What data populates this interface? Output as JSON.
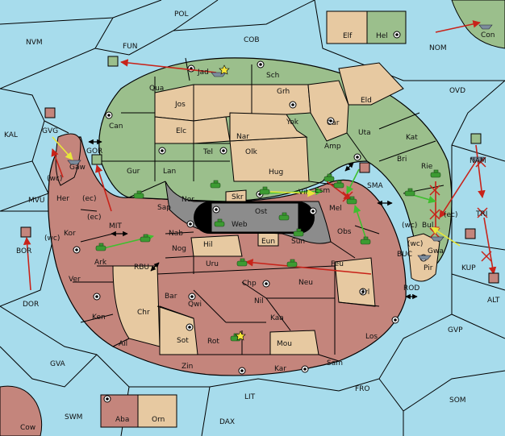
{
  "colors": {
    "sea": "#a7dcec",
    "green_power": "#9bbf8c",
    "red_power": "#c4857c",
    "tan_neutral": "#e7c9a1",
    "impassable": "#8c8c8c",
    "order_red": "#c8231a",
    "order_green": "#3fbf2f",
    "order_yellow": "#e8e83a"
  },
  "seas": [
    {
      "id": "POL",
      "label": "POL"
    },
    {
      "id": "NVM",
      "label": "NVM"
    },
    {
      "id": "FUN",
      "label": "FUN"
    },
    {
      "id": "COB",
      "label": "COB"
    },
    {
      "id": "NOM",
      "label": "NOM"
    },
    {
      "id": "OVD",
      "label": "OVD"
    },
    {
      "id": "KAL",
      "label": "KAL"
    },
    {
      "id": "GVG",
      "label": "GVG"
    },
    {
      "id": "GOR",
      "label": "GOR"
    },
    {
      "id": "MVU",
      "label": "MVU"
    },
    {
      "id": "BOR",
      "label": "BOR"
    },
    {
      "id": "DOR",
      "label": "DOR"
    },
    {
      "id": "MIT",
      "label": "MIT"
    },
    {
      "id": "RBU",
      "label": "RBU"
    },
    {
      "id": "SMA",
      "label": "SMA"
    },
    {
      "id": "NAM",
      "label": "NAM"
    },
    {
      "id": "TRI",
      "label": "TRI"
    },
    {
      "id": "BUC",
      "label": "BUC"
    },
    {
      "id": "KUP",
      "label": "KUP"
    },
    {
      "id": "ALT",
      "label": "ALT"
    },
    {
      "id": "ROD",
      "label": "ROD"
    },
    {
      "id": "GVP",
      "label": "GVP"
    },
    {
      "id": "GVA",
      "label": "GVA"
    },
    {
      "id": "FRO",
      "label": "FRO"
    },
    {
      "id": "SOM",
      "label": "SOM"
    },
    {
      "id": "LIT",
      "label": "LIT"
    },
    {
      "id": "SWM",
      "label": "SWM"
    },
    {
      "id": "DAX",
      "label": "DAX"
    }
  ],
  "lands": [
    {
      "id": "Elf",
      "label": "Elf"
    },
    {
      "id": "Hel",
      "label": "Hel"
    },
    {
      "id": "Con",
      "label": "Con"
    },
    {
      "id": "Jad",
      "label": "Jad"
    },
    {
      "id": "Sch",
      "label": "Sch"
    },
    {
      "id": "Qua",
      "label": "Qua"
    },
    {
      "id": "Jos",
      "label": "Jos"
    },
    {
      "id": "Grh",
      "label": "Grh"
    },
    {
      "id": "Eld",
      "label": "Eld"
    },
    {
      "id": "Can",
      "label": "Can"
    },
    {
      "id": "Elc",
      "label": "Elc"
    },
    {
      "id": "Nar",
      "label": "Nar"
    },
    {
      "id": "Yok",
      "label": "Yok"
    },
    {
      "id": "Car",
      "label": "Car"
    },
    {
      "id": "Uta",
      "label": "Uta"
    },
    {
      "id": "Kat",
      "label": "Kat"
    },
    {
      "id": "Tel",
      "label": "Tel"
    },
    {
      "id": "Olk",
      "label": "Olk"
    },
    {
      "id": "Amp",
      "label": "Amp"
    },
    {
      "id": "Gaw",
      "label": "Gaw"
    },
    {
      "id": "Gur",
      "label": "Gur"
    },
    {
      "id": "Lan",
      "label": "Lan"
    },
    {
      "id": "Hug",
      "label": "Hug"
    },
    {
      "id": "Bri",
      "label": "Bri"
    },
    {
      "id": "Rie",
      "label": "Rie"
    },
    {
      "id": "Vil",
      "label": "Vil"
    },
    {
      "id": "Esm",
      "label": "Esm"
    },
    {
      "id": "Her",
      "label": "Her"
    },
    {
      "id": "Nor",
      "label": "Nor"
    },
    {
      "id": "Skr",
      "label": "Skr"
    },
    {
      "id": "Sap",
      "label": "Sap"
    },
    {
      "id": "Mel",
      "label": "Mel"
    },
    {
      "id": "Ost",
      "label": "Ost"
    },
    {
      "id": "Web",
      "label": "Web"
    },
    {
      "id": "Bul",
      "label": "Bul"
    },
    {
      "id": "Kor",
      "label": "Kor"
    },
    {
      "id": "Nab",
      "label": "Nab"
    },
    {
      "id": "Obs",
      "label": "Obs"
    },
    {
      "id": "Eun",
      "label": "Eun"
    },
    {
      "id": "Hil",
      "label": "Hil"
    },
    {
      "id": "Sun",
      "label": "Sun"
    },
    {
      "id": "Gwa",
      "label": "Gwa"
    },
    {
      "id": "Ark",
      "label": "Ark"
    },
    {
      "id": "Nog",
      "label": "Nog"
    },
    {
      "id": "Uru",
      "label": "Uru"
    },
    {
      "id": "Feu",
      "label": "Feu"
    },
    {
      "id": "Pir",
      "label": "Pir"
    },
    {
      "id": "Ver",
      "label": "Ver"
    },
    {
      "id": "Chp",
      "label": "Chp"
    },
    {
      "id": "Neu",
      "label": "Neu"
    },
    {
      "id": "Orl",
      "label": "Orl"
    },
    {
      "id": "Bar",
      "label": "Bar"
    },
    {
      "id": "Qwi",
      "label": "Qwi"
    },
    {
      "id": "Nil",
      "label": "Nil"
    },
    {
      "id": "Chr",
      "label": "Chr"
    },
    {
      "id": "Ken",
      "label": "Ken"
    },
    {
      "id": "Kaa",
      "label": "Kaa"
    },
    {
      "id": "Los",
      "label": "Los"
    },
    {
      "id": "Ail",
      "label": "Ail"
    },
    {
      "id": "Sot",
      "label": "Sot"
    },
    {
      "id": "Rot",
      "label": "Rot"
    },
    {
      "id": "Mou",
      "label": "Mou"
    },
    {
      "id": "Zin",
      "label": "Zin"
    },
    {
      "id": "Kar",
      "label": "Kar"
    },
    {
      "id": "Sam",
      "label": "Sam"
    },
    {
      "id": "Aba",
      "label": "Aba"
    },
    {
      "id": "Orn",
      "label": "Orn"
    },
    {
      "id": "Cow",
      "label": "Cow"
    }
  ],
  "coast_tags": [
    {
      "id": "wc_gaw",
      "label": "(wc)"
    },
    {
      "id": "ec_gaw",
      "label": "(ec)"
    },
    {
      "id": "ec_kor",
      "label": "(ec)"
    },
    {
      "id": "wc_kor",
      "label": "(wc)"
    },
    {
      "id": "ec_bul",
      "label": "(ec)"
    },
    {
      "id": "wc_bul",
      "label": "(wc)"
    },
    {
      "id": "wc_gwa",
      "label": "(wc)"
    }
  ]
}
